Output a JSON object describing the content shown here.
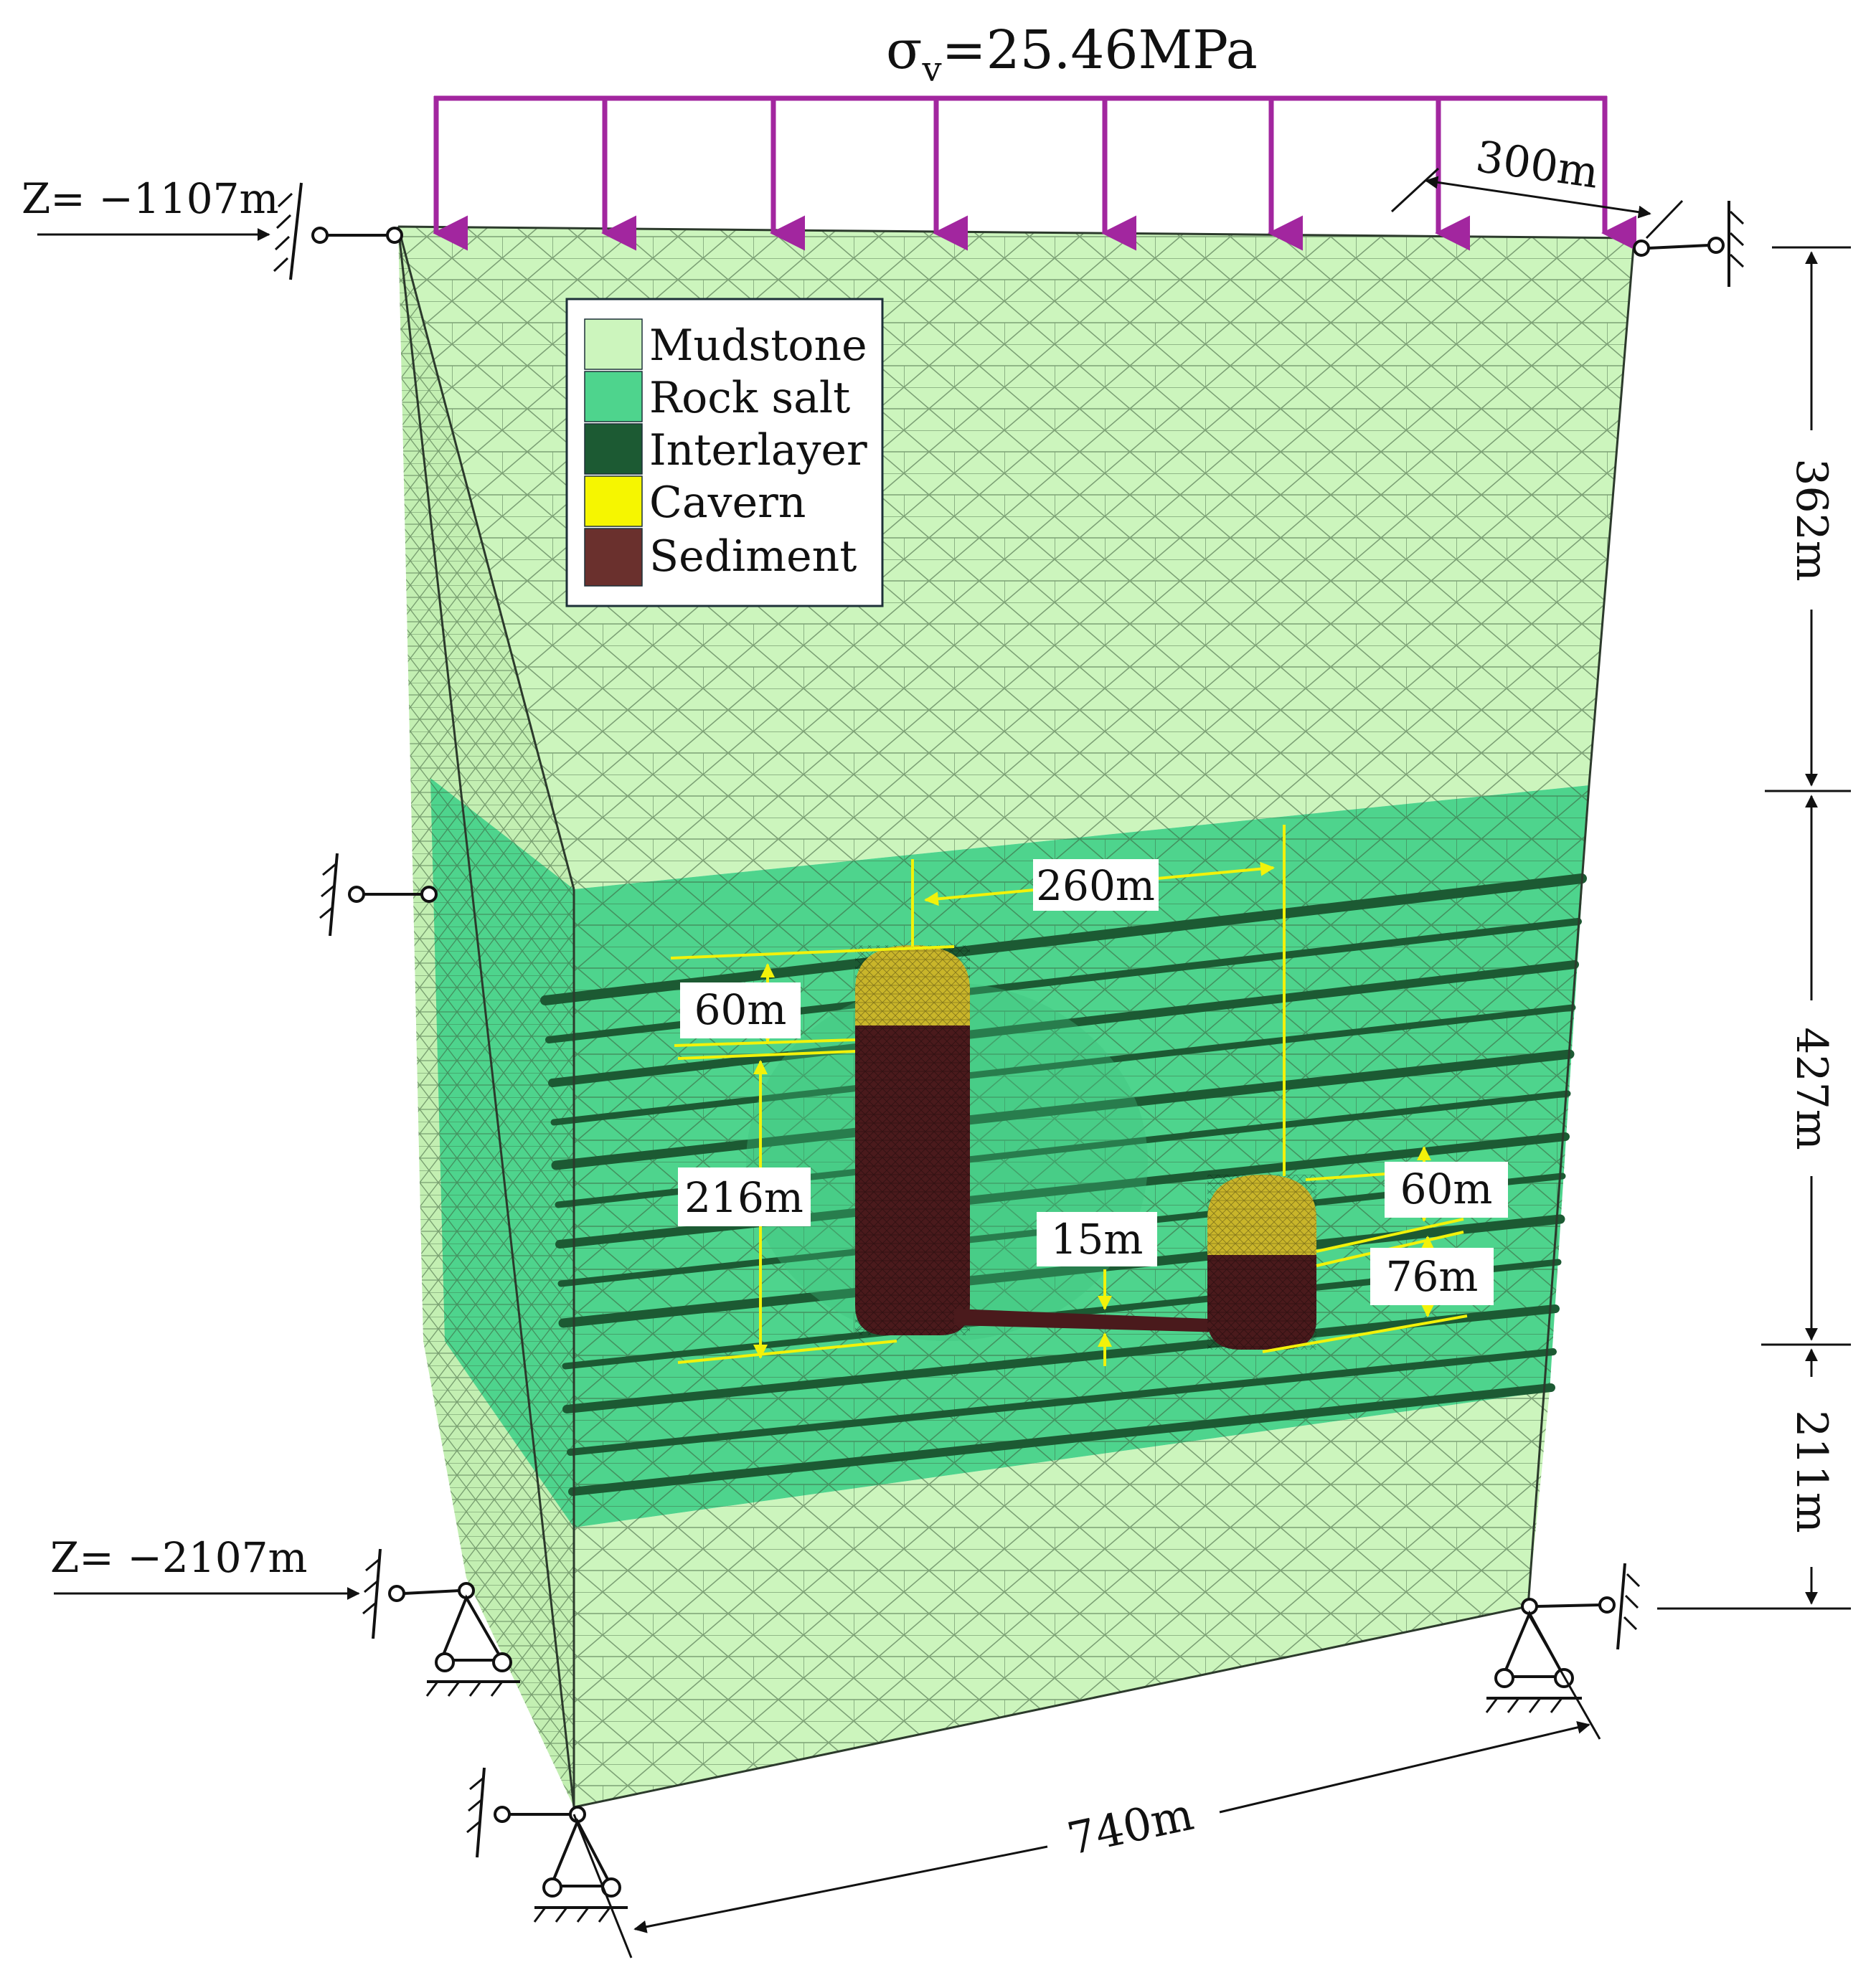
{
  "load": {
    "symbol": "σ",
    "subscript": "v",
    "value": "=25.46MPa",
    "color": "#a2269f"
  },
  "elevations": {
    "top": "Z= −1107m",
    "bottom": "Z= −2107m"
  },
  "dimensions": {
    "depth": "300m",
    "width": "740m",
    "upper_mudstone": "362m",
    "salt_layer": "427m",
    "lower_mudstone": "211m",
    "cavern_spacing": "260m",
    "left_cavern_top": "60m",
    "left_sediment": "216m",
    "connector": "15m",
    "right_cavern_top": "60m",
    "right_sediment": "76m"
  },
  "legend": {
    "items": [
      {
        "label": "Mudstone",
        "color": "#ccf5bd"
      },
      {
        "label": "Rock salt",
        "color": "#4ed48d"
      },
      {
        "label": "Interlayer",
        "color": "#1c5a33"
      },
      {
        "label": "Cavern",
        "color": "#f6f600"
      },
      {
        "label": "Sediment",
        "color": "#6a302d"
      }
    ]
  },
  "colors": {
    "mudstone": "#ccf5bd",
    "mudstone_side": "#c3efb2",
    "rock_salt": "#4ed48d",
    "interlayer": "#1c5a33",
    "cavern": "#c9b52a",
    "sediment": "#4a1a1c",
    "dimension_line": "#f2f20a",
    "mesh": "#3b5a3b"
  }
}
